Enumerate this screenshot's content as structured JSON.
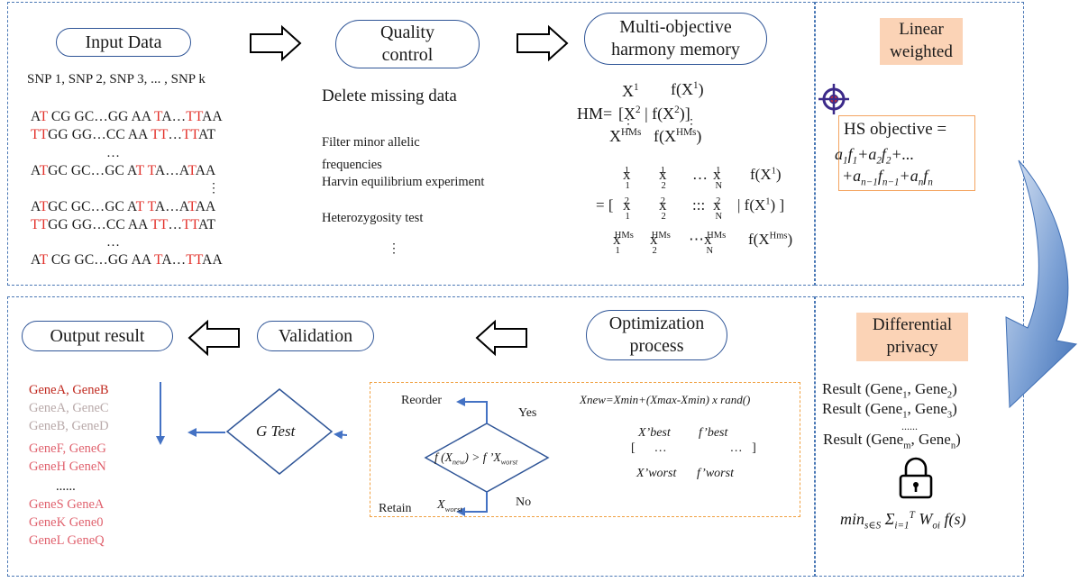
{
  "top": {
    "input_data": "Input Data",
    "snp_list": "SNP 1, SNP 2, SNP 3, ... , SNP k",
    "dots": "…",
    "vdots": "⋮",
    "quality_control_line1": "Quality",
    "quality_control_line2": "control",
    "delete_missing": "Delete missing data",
    "filter_line1": "Filter minor allelic",
    "filter_line2": "frequencies",
    "harvin": "Harvin equilibrium experiment",
    "heterozygosity": "Heterozygosity test",
    "hm_title_line1": "Multi-objective",
    "hm_title_line2": "harmony memory",
    "hm_label": "HM=",
    "linear_line1": "Linear",
    "linear_line2": "weighted",
    "hs_objective": "HS objective ="
  },
  "sequences": [
    [
      [
        "A",
        0
      ],
      [
        "T",
        1
      ],
      [
        " CG GC…GG AA ",
        0
      ],
      [
        "T",
        1
      ],
      [
        "A…",
        0
      ],
      [
        "TT",
        1
      ],
      [
        "AA",
        0
      ]
    ],
    [
      [
        "TT",
        1
      ],
      [
        "GG GG…CC AA ",
        0
      ],
      [
        "TT",
        1
      ],
      [
        "…",
        0
      ],
      [
        "TT",
        1
      ],
      [
        "AT",
        0
      ]
    ],
    [
      [
        "A",
        0
      ],
      [
        "T",
        1
      ],
      [
        "GC GC…GC A",
        0
      ],
      [
        "T",
        1
      ],
      [
        " ",
        0
      ],
      [
        "T",
        1
      ],
      [
        "A…A",
        0
      ],
      [
        "T",
        1
      ],
      [
        "AA",
        0
      ]
    ],
    [
      [
        "A",
        0
      ],
      [
        "T",
        1
      ],
      [
        "GC GC…GC A",
        0
      ],
      [
        "T",
        1
      ],
      [
        " ",
        0
      ],
      [
        "T",
        1
      ],
      [
        "A…A",
        0
      ],
      [
        "T",
        1
      ],
      [
        "AA",
        0
      ]
    ],
    [
      [
        "TT",
        1
      ],
      [
        "GG GG…CC AA ",
        0
      ],
      [
        "TT",
        1
      ],
      [
        "…",
        0
      ],
      [
        "TT",
        1
      ],
      [
        "AT",
        0
      ]
    ],
    [
      [
        "A",
        0
      ],
      [
        "T",
        1
      ],
      [
        " CG GC…GG AA ",
        0
      ],
      [
        "T",
        1
      ],
      [
        "A…",
        0
      ],
      [
        "TT",
        1
      ],
      [
        "AA",
        0
      ]
    ]
  ],
  "bottom": {
    "output_result": "Output result",
    "validation": "Validation",
    "optimization_line1": "Optimization",
    "optimization_line2": "process",
    "g_test": "G Test",
    "reorder": "Reorder",
    "retain": "Retain",
    "yes": "Yes",
    "no": "No",
    "xnew_formula": "Xnew=Xmin+(Xmax-Xmin) x rand()",
    "x_best": "X’best",
    "f_best": "f’best",
    "x_worst": "X’worst",
    "f_worst": "f’worst",
    "differential_line1": "Differential",
    "differential_line2": "privacy"
  },
  "genes": [
    {
      "text": "GeneA, GeneB",
      "color": "#c0281e"
    },
    {
      "text": "GeneA, GeneC",
      "color": "#b8a9a9"
    },
    {
      "text": "GeneB, GeneD",
      "color": "#b8a9a9"
    },
    {
      "text": "GeneF, GeneG",
      "color": "#e0626e"
    },
    {
      "text": "GeneH GeneN",
      "color": "#e0626e"
    },
    {
      "text": "......",
      "color": "#1a1a1a"
    },
    {
      "text": "GeneS GeneA",
      "color": "#e0626e"
    },
    {
      "text": "GeneK Gene0",
      "color": "#e0626e"
    },
    {
      "text": "GeneL GeneQ",
      "color": "#e0626e"
    }
  ],
  "colors": {
    "dashed_border": "#4a78b5",
    "pill_border": "#2f5597",
    "note_fill": "#fbd3b6",
    "orange_dash": "#f0a040",
    "arrow_blue": "#4472c4",
    "highlight_red": "#e2302a"
  },
  "icons": [
    "outline-arrow-right-icon",
    "outline-arrow-left-icon",
    "target-icon",
    "lock-icon",
    "curved-arrow-icon"
  ]
}
